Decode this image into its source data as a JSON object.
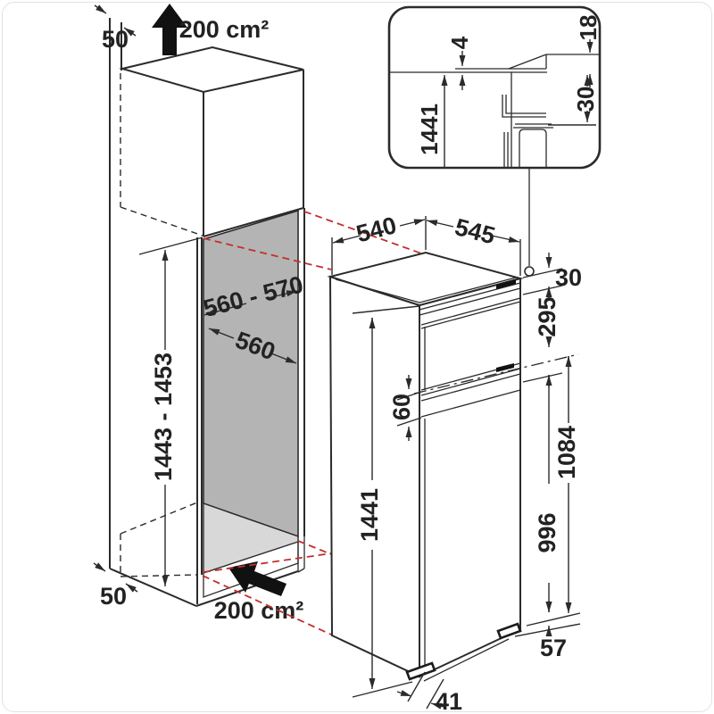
{
  "dims": {
    "top_clearance": "50",
    "top_vent_area": "200 cm²",
    "niche_width_range": "560 - 570",
    "niche_depth": "560",
    "niche_height_range": "1443 - 1453",
    "bottom_clearance": "50",
    "bottom_vent_area": "200 cm²",
    "appliance_depth": "540",
    "appliance_width": "545",
    "top_vent_height": "30",
    "freezer_section_height": "295",
    "door_gap": "60",
    "hinge_to_base": "1084",
    "appliance_height": "1441",
    "lower_door_height": "996",
    "base_recess_height": "57",
    "base_recess_depth": "41"
  },
  "inset": {
    "door_top_gap": "4",
    "worktop_edge": "18",
    "rear_clearance": "30",
    "appliance_height": "1441"
  },
  "colors": {
    "line": "#2b2b2b",
    "projection_red": "#c2302d",
    "niche_panel_gray": "#b4b4b4",
    "niche_floor_gray": "#d8d8d8",
    "arrow_black": "#111111"
  }
}
